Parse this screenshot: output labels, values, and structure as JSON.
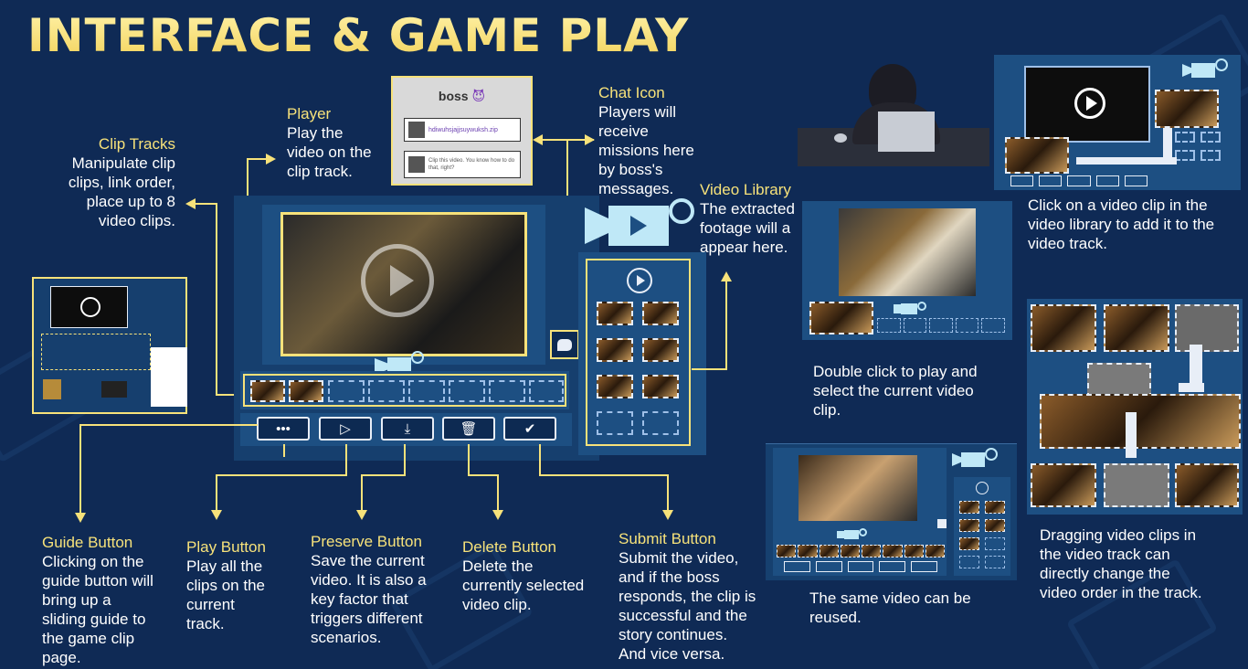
{
  "title": "INTERFACE & GAME PLAY",
  "clip_tracks": {
    "heading": "Clip Tracks",
    "body": [
      "Manipulate clip",
      "clips, link order,",
      "place up to 8",
      "video clips."
    ]
  },
  "player": {
    "heading": "Player",
    "body": [
      "Play the",
      "video on the",
      "clip track."
    ]
  },
  "chat_preview": {
    "sender": "boss",
    "message1": "hdiwuhsjajjsuywuksh.zip",
    "message2": "Clip this video. You know how to do that, right?"
  },
  "chat_icon": {
    "heading": "Chat Icon",
    "body": [
      "Players will",
      "receive",
      "missions here",
      "by  boss's",
      "messages."
    ]
  },
  "video_library": {
    "heading": "Video Library",
    "body": [
      "The extracted",
      "footage will a",
      "appear here."
    ]
  },
  "guide_button": {
    "heading": "Guide Button",
    "body": [
      "Clicking on the",
      "guide button will",
      "bring up a",
      "sliding guide to",
      "the game clip",
      "page."
    ]
  },
  "play_button": {
    "heading": "Play Button",
    "body": [
      "Play all the",
      "clips on the",
      "current",
      "track."
    ]
  },
  "preserve_button": {
    "heading": "Preserve Button",
    "body": [
      "Save the current",
      "video. It is also a",
      "key factor that",
      "triggers different",
      "scenarios."
    ]
  },
  "delete_button": {
    "heading": "Delete Button",
    "body": [
      "Delete the",
      "currently selected",
      "video clip."
    ]
  },
  "submit_button": {
    "heading": "Submit Button",
    "body": [
      "Submit the video,",
      "and if the boss",
      "responds, the clip is",
      "successful and the",
      "story continues.",
      "And vice versa."
    ]
  },
  "right_notes": {
    "click_library": [
      "Click on a video clip in the",
      "video library to add it to the",
      "video track."
    ],
    "double_click": [
      "Double click to play and",
      "select the current video",
      "clip."
    ],
    "reuse": [
      "The same video can be",
      "reused."
    ],
    "dragging": [
      "Dragging video clips in",
      "the video track can",
      "directly change the",
      "video order in the track."
    ]
  },
  "toolbar_glyphs": {
    "guide": "•••",
    "play": "▷",
    "preserve": "⤓",
    "delete": "🗑",
    "submit": "✔"
  },
  "colors": {
    "background": "#0f2a55",
    "accent": "#f7e27a",
    "panel": "#1d4f82",
    "camera": "#bfe8f7"
  }
}
